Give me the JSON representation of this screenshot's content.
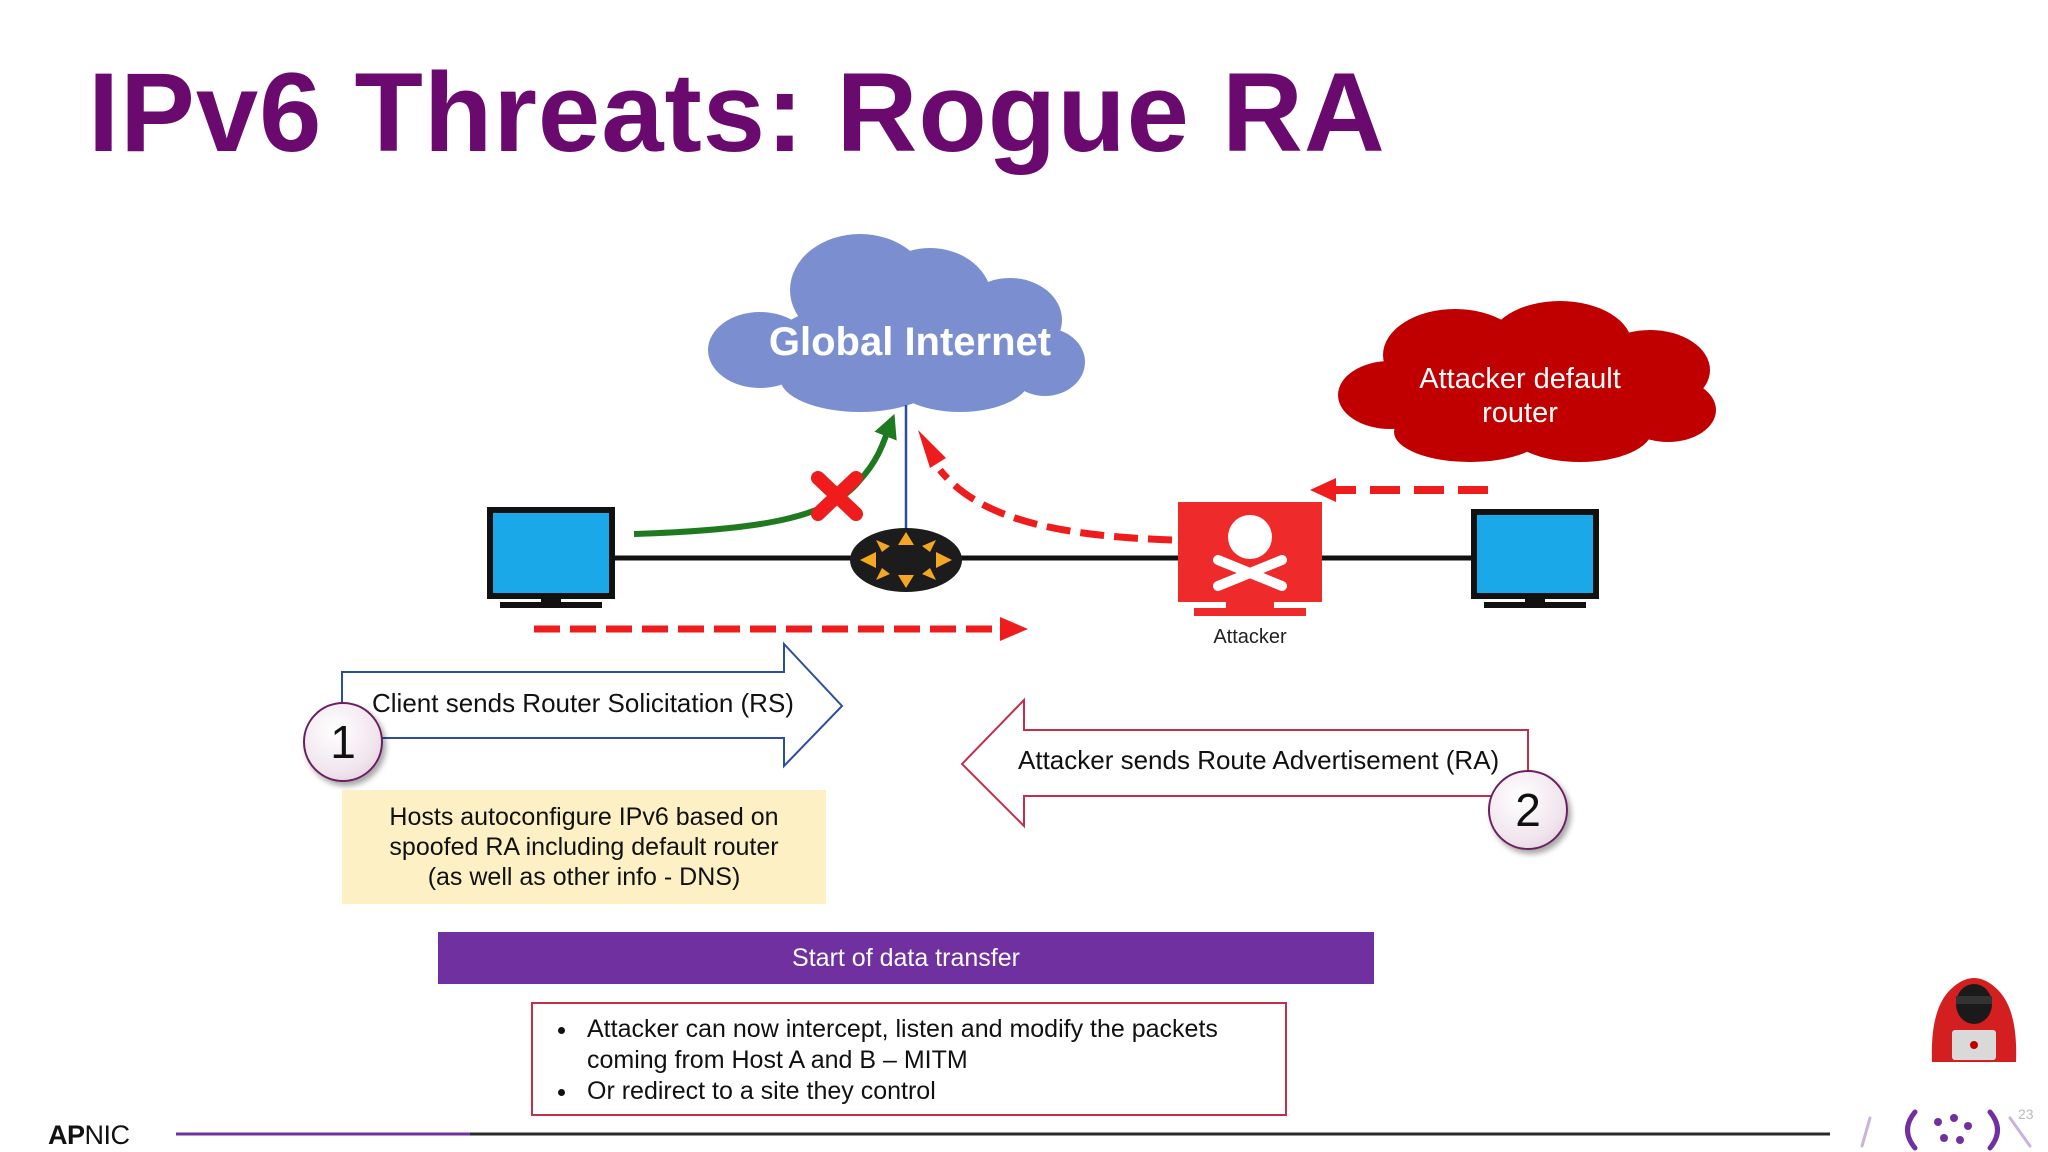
{
  "title": "IPv6 Threats: Rogue RA",
  "diagram": {
    "cloud_label": "Global Internet",
    "attacker_cloud_label": "Attacker default router",
    "attacker_label": "Attacker",
    "step1": {
      "number": "1",
      "label": "Client sends Router Solicitation (RS)"
    },
    "step2": {
      "number": "2",
      "label": "Attacker sends Route Advertisement (RA)"
    }
  },
  "hosts_box": [
    "Hosts autoconfigure IPv6 based on",
    "spoofed RA including default router",
    "(as well as other info - DNS)"
  ],
  "transfer_bar": "Start of data transfer",
  "mitm_points": [
    "Attacker can now intercept, listen and modify the packets coming from Host A and B – MITM",
    "Or redirect to a site they control"
  ],
  "footer": {
    "logo_bold": "AP",
    "logo_rest": "NIC",
    "page_number": "23"
  },
  "colors": {
    "title": "#6a0a6e",
    "cloud_internet": "#7b8fd0",
    "cloud_attacker": "#c00000",
    "host_screen": "#1aa8e8",
    "attacker_red": "#ee2a2a",
    "router_orange": "#f5a623",
    "green_arrow": "#1f7a1f",
    "dashed_red": "#ee1c1c",
    "transfer_bar": "#7030a0"
  },
  "icons": [
    "internet-cloud-icon",
    "attacker-cloud-icon",
    "host-a-computer-icon",
    "host-b-computer-icon",
    "router-icon",
    "attacker-skull-icon",
    "blocked-x-icon",
    "hacker-icon",
    "apnic-dots-icon"
  ]
}
